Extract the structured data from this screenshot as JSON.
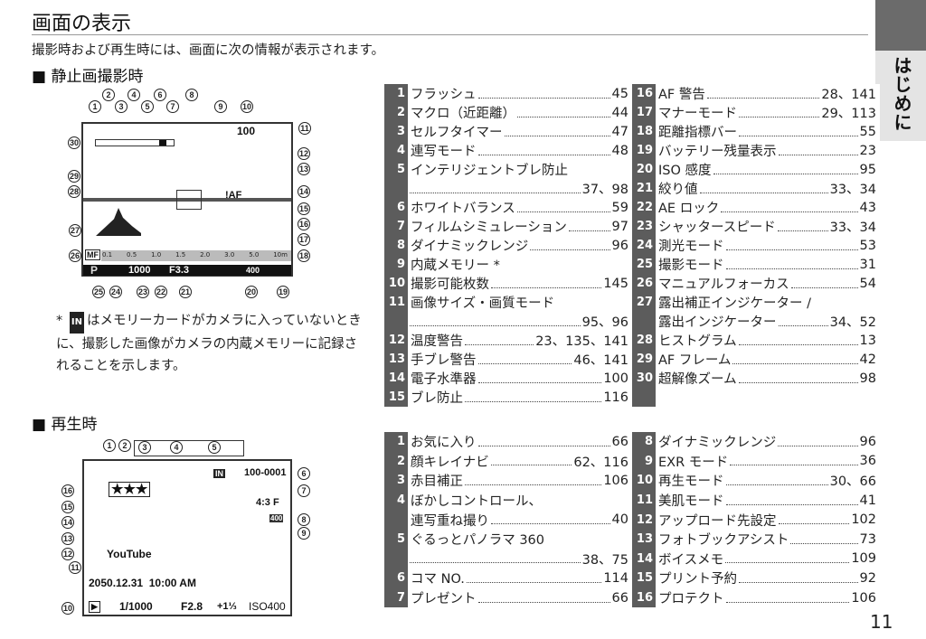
{
  "header": {
    "title": "画面の表示",
    "subtitle": "撮影時および再生時には、画面に次の情報が表示されます。",
    "section_tab": "はじめに",
    "page_number": "11"
  },
  "shooting": {
    "heading": "■ 静止画撮影時",
    "screen": {
      "frames": "100",
      "shutter": "1000",
      "aperture": "F3.3",
      "mode": "P",
      "mf": "MF",
      "iso": "400",
      "scale": [
        "0.1",
        "0.5",
        "1.0",
        "1.5",
        "2.0",
        "3.0",
        "5.0",
        "10m"
      ],
      "af": "!AF"
    },
    "callouts": [
      "1",
      "2",
      "3",
      "4",
      "5",
      "6",
      "7",
      "8",
      "9",
      "10",
      "11",
      "12",
      "13",
      "14",
      "15",
      "16",
      "17",
      "18",
      "19",
      "20",
      "21",
      "22",
      "23",
      "24",
      "25",
      "26",
      "27",
      "28",
      "29",
      "30"
    ],
    "footnote": {
      "mark": "*",
      "icon_text": "IN",
      "text": "はメモリーカードがカメラに入っていないときに、撮影した画像がカメラの内蔵メモリーに記録されることを示します。"
    },
    "list": [
      [
        {
          "n": "1",
          "l": "フラッシュ",
          "p": "45"
        },
        {
          "n": "2",
          "l": "マクロ（近距離）",
          "p": "44"
        },
        {
          "n": "3",
          "l": "セルフタイマー",
          "p": "47"
        },
        {
          "n": "4",
          "l": "連写モード",
          "p": "48"
        },
        {
          "n": "5",
          "l": "インテリジェントブレ防止",
          "l2": "",
          "p": "37、98"
        },
        {
          "n": "6",
          "l": "ホワイトバランス",
          "p": "59"
        },
        {
          "n": "7",
          "l": "フィルムシミュレーション",
          "p": "97"
        },
        {
          "n": "8",
          "l": "ダイナミックレンジ",
          "p": "96"
        },
        {
          "n": "9",
          "l": "内蔵メモリー *",
          "nodots": true,
          "p": ""
        },
        {
          "n": "10",
          "l": "撮影可能枚数",
          "p": "145"
        },
        {
          "n": "11",
          "l": "画像サイズ・画質モード",
          "l2": "",
          "p": "95、96"
        },
        {
          "n": "12",
          "l": "温度警告",
          "p": "23、135、141"
        },
        {
          "n": "13",
          "l": "手ブレ警告",
          "p": "46、141"
        },
        {
          "n": "14",
          "l": "電子水準器",
          "p": "100"
        },
        {
          "n": "15",
          "l": "ブレ防止",
          "p": "116"
        }
      ],
      [
        {
          "n": "16",
          "l": "AF 警告",
          "p": "28、141"
        },
        {
          "n": "17",
          "l": "マナーモード",
          "p": "29、113"
        },
        {
          "n": "18",
          "l": "距離指標バー",
          "p": "55"
        },
        {
          "n": "19",
          "l": "バッテリー残量表示",
          "p": "23"
        },
        {
          "n": "20",
          "l": "ISO 感度",
          "p": "95"
        },
        {
          "n": "21",
          "l": "絞り値",
          "p": "33、34"
        },
        {
          "n": "22",
          "l": "AE ロック",
          "p": "43"
        },
        {
          "n": "23",
          "l": "シャッタースピード",
          "p": "33、34"
        },
        {
          "n": "24",
          "l": "測光モード",
          "p": "53"
        },
        {
          "n": "25",
          "l": "撮影モード",
          "p": "31"
        },
        {
          "n": "26",
          "l": "マニュアルフォーカス",
          "p": "54"
        },
        {
          "n": "27",
          "l": "露出補正インジケーター /",
          "l2": "露出インジケーター",
          "p": "34、52"
        },
        {
          "n": "28",
          "l": "ヒストグラム",
          "p": "13"
        },
        {
          "n": "29",
          "l": "AF フレーム",
          "p": "42"
        },
        {
          "n": "30",
          "l": "超解像ズーム",
          "p": "98"
        }
      ]
    ]
  },
  "playback": {
    "heading": "■ 再生時",
    "screen": {
      "frame_no": "100-0001",
      "youtube": "YouTube",
      "datetime": "2050.12.31  10:00 AM",
      "shutter": "1/1000",
      "aperture": "F2.8",
      "ev": "+1⅓",
      "iso": "ISO400",
      "size": "4:3 F",
      "stars": "★★★",
      "in": "IN",
      "dr": "400"
    },
    "callouts": [
      "1",
      "2",
      "3",
      "4",
      "5",
      "6",
      "7",
      "8",
      "9",
      "10",
      "11",
      "12",
      "13",
      "14",
      "15",
      "16"
    ],
    "list": [
      [
        {
          "n": "1",
          "l": "お気に入り",
          "p": "66"
        },
        {
          "n": "2",
          "l": "顔キレイナビ",
          "p": "62、116"
        },
        {
          "n": "3",
          "l": "赤目補正",
          "p": "106"
        },
        {
          "n": "4",
          "l": "ぼかしコントロール、",
          "l2": "連写重ね撮り",
          "p": "40"
        },
        {
          "n": "5",
          "l": "ぐるっとパノラマ 360",
          "l2": "",
          "p": "38、75"
        },
        {
          "n": "6",
          "l": "コマ NO.",
          "p": "114"
        },
        {
          "n": "7",
          "l": "プレゼント",
          "p": "66"
        }
      ],
      [
        {
          "n": "8",
          "l": "ダイナミックレンジ",
          "p": "96"
        },
        {
          "n": "9",
          "l": "EXR モード",
          "p": "36"
        },
        {
          "n": "10",
          "l": "再生モード",
          "p": "30、66"
        },
        {
          "n": "11",
          "l": "美肌モード",
          "p": "41"
        },
        {
          "n": "12",
          "l": "アップロード先設定",
          "p": "102"
        },
        {
          "n": "13",
          "l": "フォトブックアシスト",
          "p": "73"
        },
        {
          "n": "14",
          "l": "ボイスメモ",
          "p": "109"
        },
        {
          "n": "15",
          "l": "プリント予約",
          "p": "92"
        },
        {
          "n": "16",
          "l": "プロテクト",
          "p": "106"
        }
      ]
    ]
  }
}
